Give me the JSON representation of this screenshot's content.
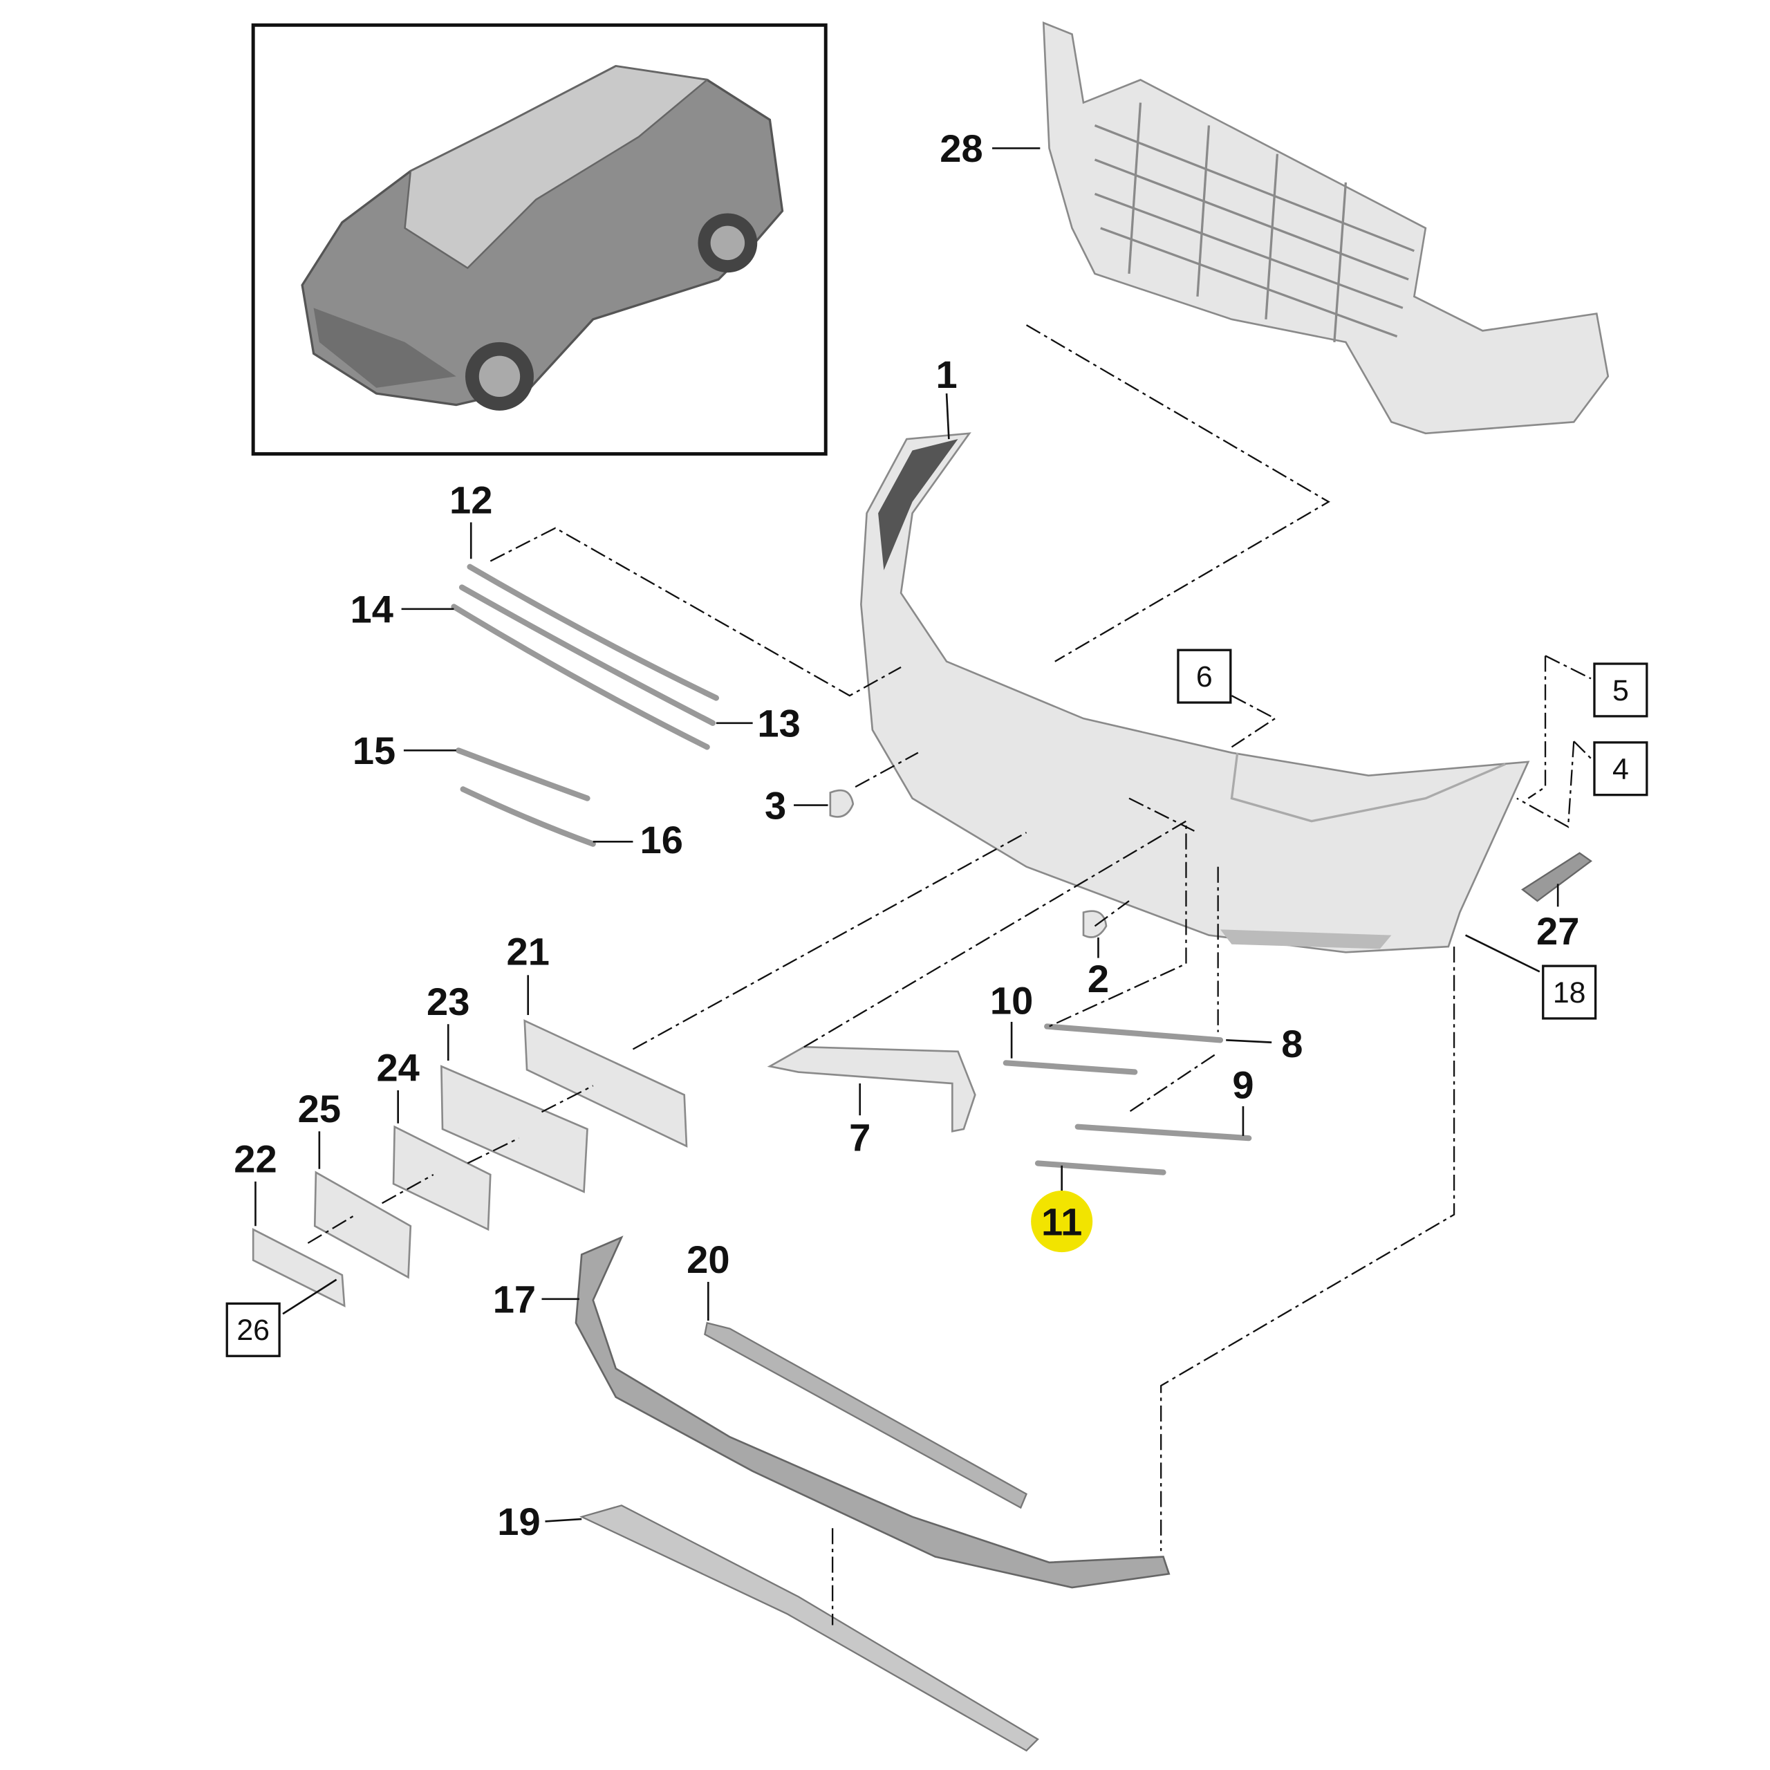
{
  "diagram": {
    "highlight_color": "#f2e400",
    "callouts": {
      "p1": "1",
      "p2": "2",
      "p3": "3",
      "p4": "4",
      "p5": "5",
      "p6": "6",
      "p7": "7",
      "p8": "8",
      "p9": "9",
      "p10": "10",
      "p11": "11",
      "p12": "12",
      "p13": "13",
      "p14": "14",
      "p15": "15",
      "p16": "16",
      "p17": "17",
      "p18": "18",
      "p19": "19",
      "p20": "20",
      "p21": "21",
      "p22": "22",
      "p23": "23",
      "p24": "24",
      "p25": "25",
      "p26": "26",
      "p27": "27",
      "p28": "28"
    },
    "highlighted_part": "11"
  }
}
